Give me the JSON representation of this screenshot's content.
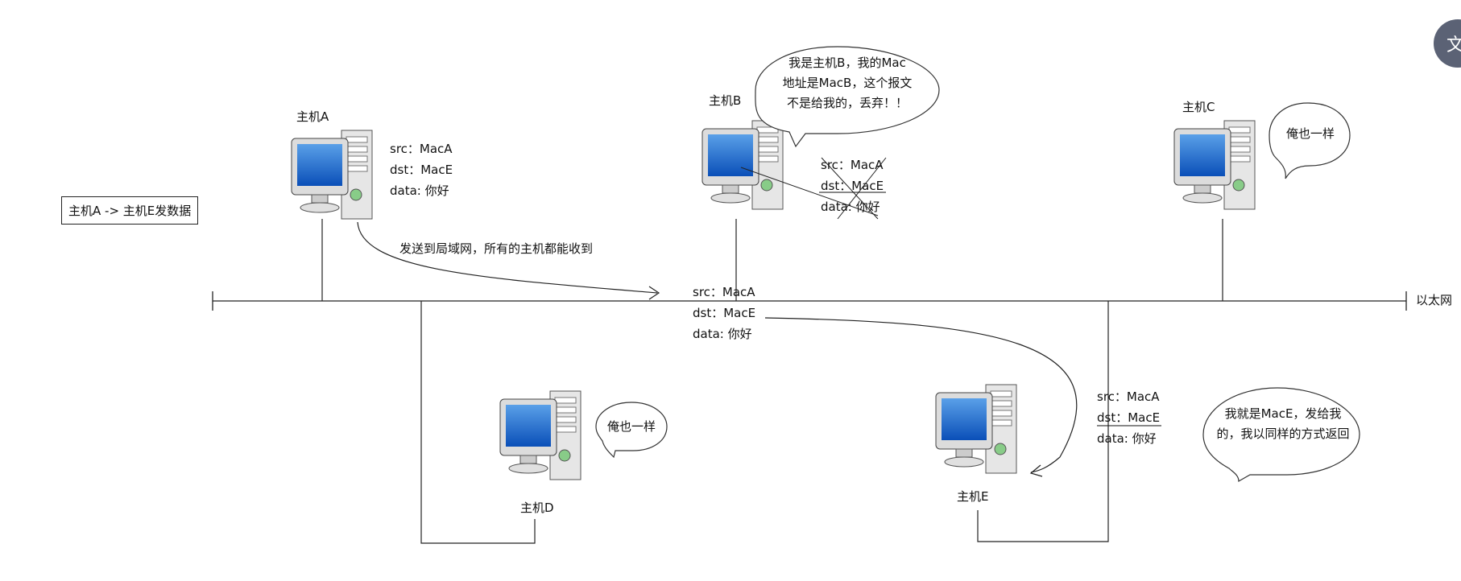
{
  "title_box": "主机A -> 主机E发数据",
  "ethernet_label": "以太网",
  "broadcast_note": "发送到局域网，所有的主机都能收到",
  "hosts": {
    "a": "主机A",
    "b": "主机B",
    "c": "主机C",
    "d": "主机D",
    "e": "主机E"
  },
  "packet_a": {
    "src": "src：MacA",
    "dst": "dst：MacE",
    "data": "data: 你好"
  },
  "packet_mid": {
    "src": "src：MacA",
    "dst": "dst：MacE",
    "data": "data: 你好"
  },
  "packet_b": {
    "src": "src：MacA",
    "dst": "dst：MacE",
    "data": "data: 你好"
  },
  "packet_e": {
    "src": "src：MacA",
    "dst": "dst：MacE",
    "data": "data: 你好"
  },
  "bubbles": {
    "b": [
      "我是主机B，我的Mac",
      "地址是MacB，这个报文",
      "不是给我的，丢弃！！"
    ],
    "c": "俺也一样",
    "d": "俺也一样",
    "e": [
      "我就是MacE，发给我",
      "的，我以同样的方式返回"
    ]
  },
  "translate_icon": "文",
  "icon_names": [
    "computer-icon",
    "translate-icon"
  ]
}
